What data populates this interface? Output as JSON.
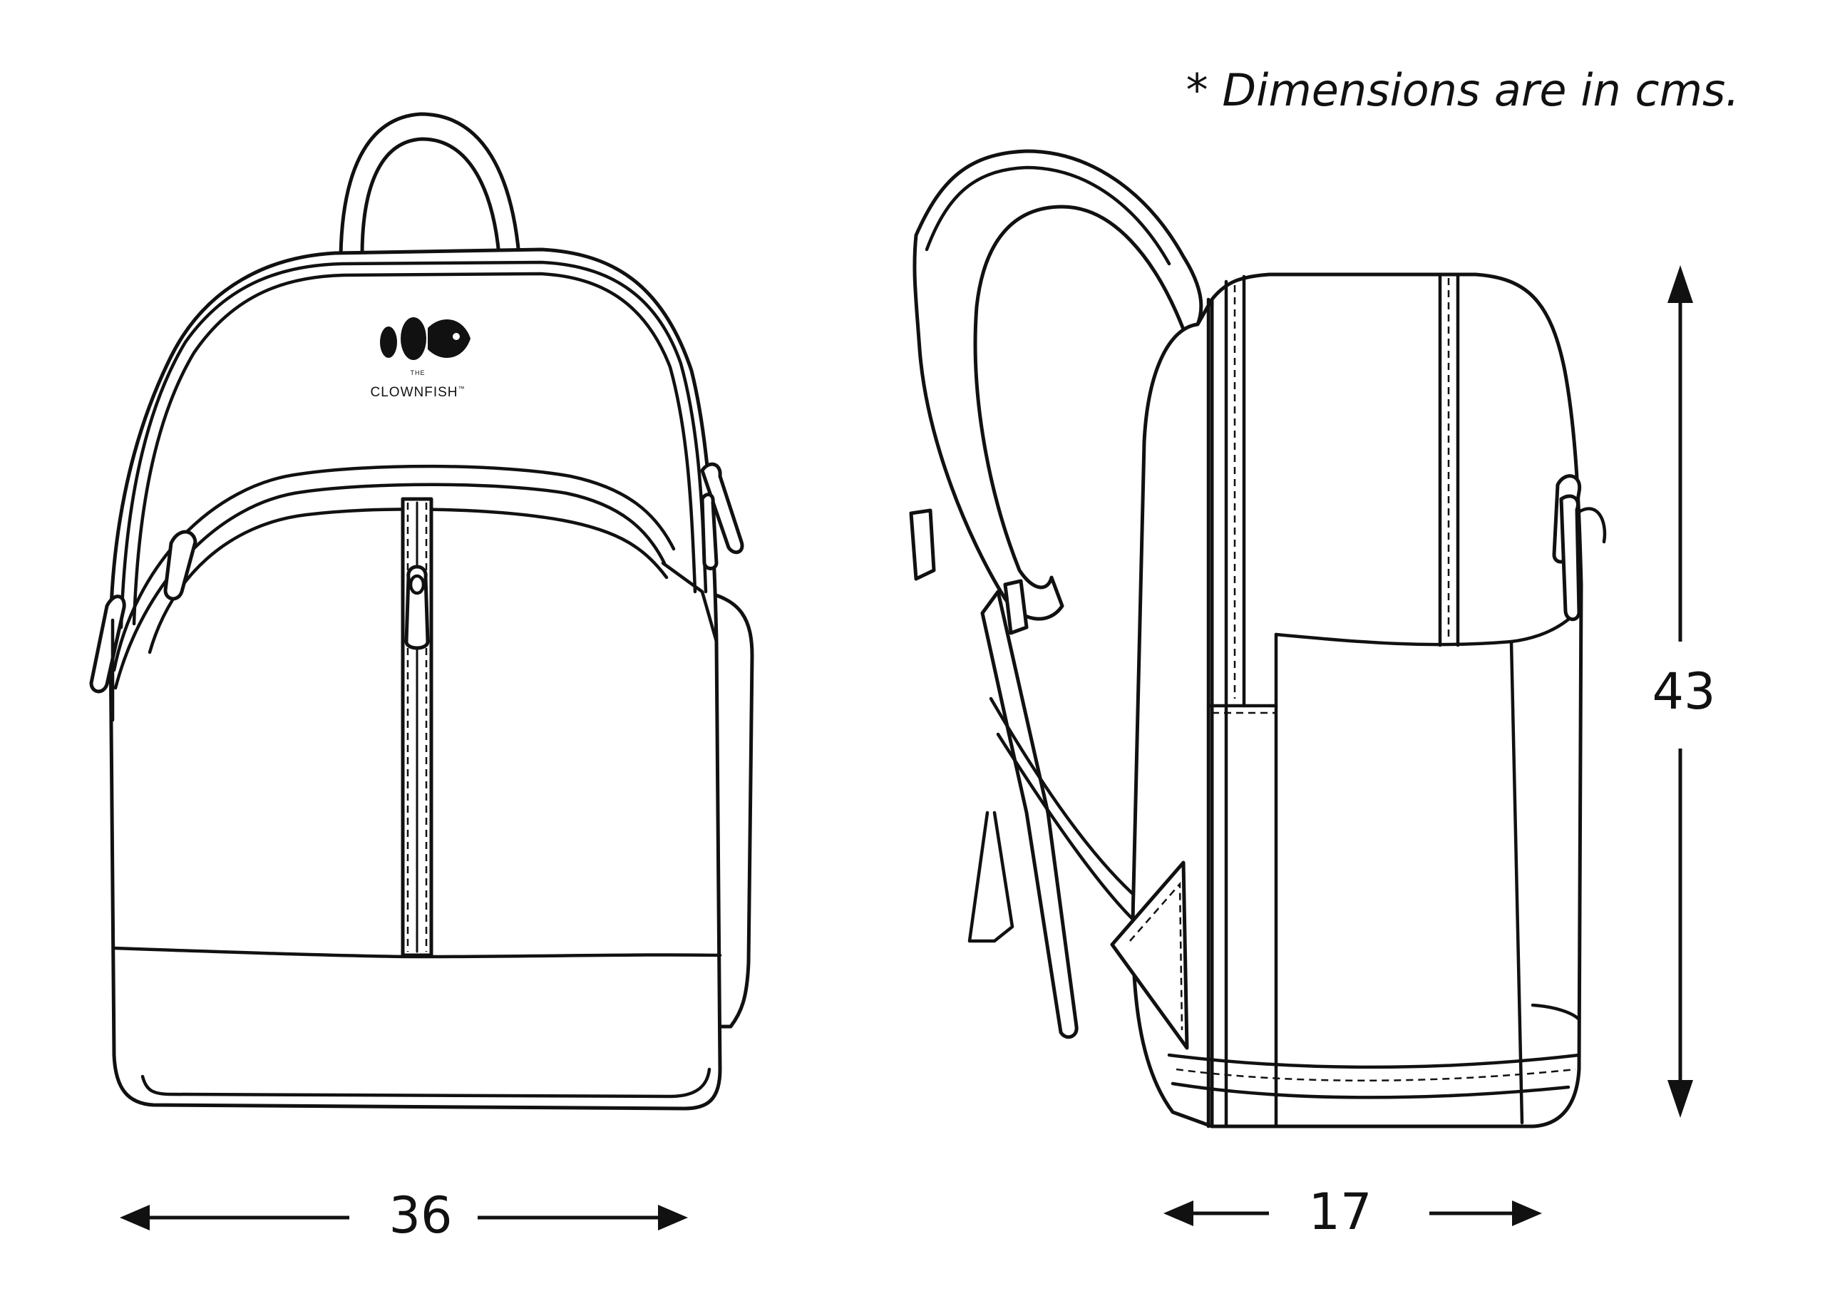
{
  "note": "* Dimensions are in cms.",
  "dimensions": {
    "width": "36",
    "depth": "17",
    "height": "43"
  },
  "logo": {
    "brand": "CLOWNFISH",
    "prefix": "THE",
    "trademark": "™"
  },
  "colors": {
    "line": "#111111",
    "background": "#ffffff"
  }
}
